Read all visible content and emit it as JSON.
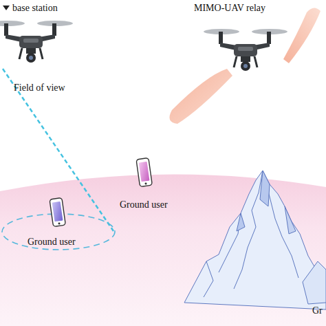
{
  "diagram": {
    "labels": [
      "base station",
      "MIMO-UAV relay",
      "Field of view",
      "Ground user",
      "Ground user",
      "Gr"
    ]
  }
}
